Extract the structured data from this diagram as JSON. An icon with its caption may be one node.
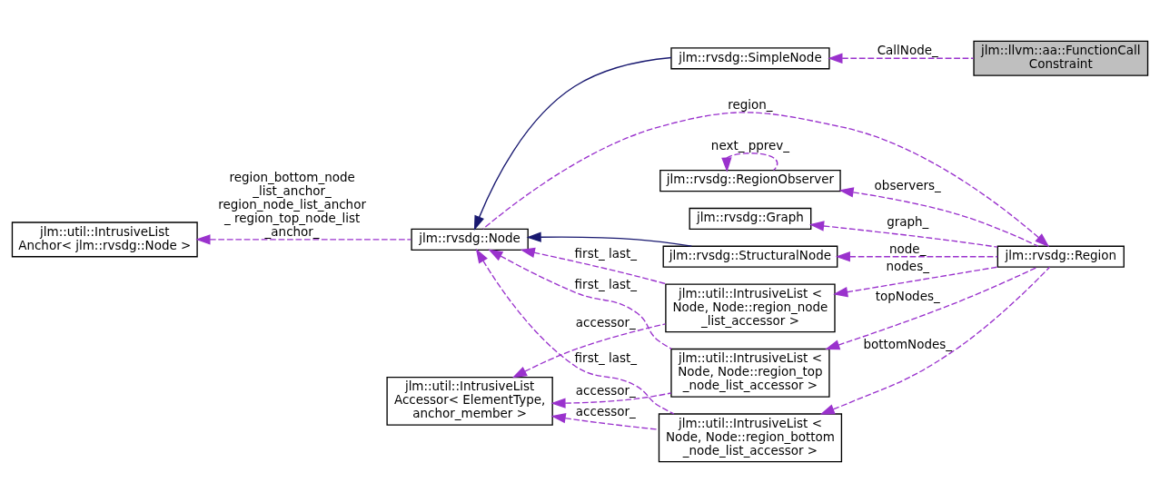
{
  "diagram": {
    "nodes": [
      {
        "text": [
          "jlm::llvm::aa::FunctionCall Constraint"
        ]
      },
      {
        "text": [
          "jlm::rvsdg::SimpleNode"
        ]
      },
      {
        "text": [
          "jlm::rvsdg::Node"
        ]
      },
      {
        "text": [
          "jlm::util::IntrusiveList Anchor< jlm::rvsdg::Node >"
        ]
      },
      {
        "text": [
          "jlm::rvsdg::StructuralNode"
        ]
      },
      {
        "text": [
          "jlm::rvsdg::Region"
        ]
      },
      {
        "text": [
          "jlm::util::IntrusiveList < Node, Node::region_bottom _node_list_accessor >"
        ]
      },
      {
        "text": [
          "jlm::util::IntrusiveList < Node, Node::region_top _node_list_accessor >"
        ]
      },
      {
        "text": [
          "jlm::util::IntrusiveList Accessor< ElementType, anchor_member >"
        ]
      },
      {
        "text": [
          "jlm::util::IntrusiveList < Node, Node::region_node _list_accessor >"
        ]
      },
      {
        "text": [
          "jlm::rvsdg::Graph"
        ]
      },
      {
        "text": [
          "jlm::rvsdg::RegionObserver"
        ]
      }
    ],
    "edges": [
      {
        "from": 0,
        "to": 1,
        "arrow": "to",
        "label": "CallNode_",
        "style": "dashed"
      },
      {
        "from": 1,
        "to": 2,
        "arrow": "to",
        "color": "#191970"
      },
      {
        "from": 2,
        "to": 5,
        "arrow": "to",
        "label": "region_",
        "style": "dashed"
      },
      {
        "from": 2,
        "to": 3,
        "arrow": "to",
        "label": "region_bottom_node _list_anchor_ region_node_list_anchor _ region_top_node_list _anchor_",
        "style": "dashed"
      },
      {
        "from": 4,
        "to": 2,
        "arrow": "to",
        "color": "#191970"
      },
      {
        "from": 6,
        "to": 2,
        "arrow": "to",
        "label": "first_ last_",
        "style": "dashed"
      },
      {
        "from": 7,
        "to": 2,
        "arrow": "to",
        "label": "first_ last_",
        "style": "dashed"
      },
      {
        "from": 9,
        "to": 2,
        "arrow": "to",
        "label": "first_ last_",
        "style": "dashed"
      },
      {
        "from": 5,
        "to": 4,
        "arrow": "to",
        "label": "node_",
        "style": "dashed"
      },
      {
        "from": 5,
        "to": 6,
        "arrow": "to",
        "label": "bottomNodes_",
        "style": "dashed"
      },
      {
        "from": 5,
        "to": 7,
        "arrow": "to",
        "label": "topNodes_",
        "style": "dashed"
      },
      {
        "from": 5,
        "to": 9,
        "arrow": "to",
        "label": "nodes_",
        "style": "dashed"
      },
      {
        "from": 5,
        "to": 10,
        "arrow": "to",
        "label": "graph_",
        "style": "dashed"
      },
      {
        "from": 5,
        "to": 11,
        "arrow": "to",
        "label": "observers_",
        "style": "dashed"
      },
      {
        "from": 6,
        "to": 8,
        "arrow": "to",
        "label": "accessor_",
        "style": "dashed"
      },
      {
        "from": 7,
        "to": 8,
        "arrow": "to",
        "label": "accessor_",
        "style": "dashed"
      },
      {
        "from": 9,
        "to": 8,
        "arrow": "to",
        "label": "accessor_",
        "style": "dashed"
      },
      {
        "from": 11,
        "to": 11,
        "arrow": "to",
        "label": "next_ pprev_",
        "style": "dashed"
      }
    ]
  }
}
